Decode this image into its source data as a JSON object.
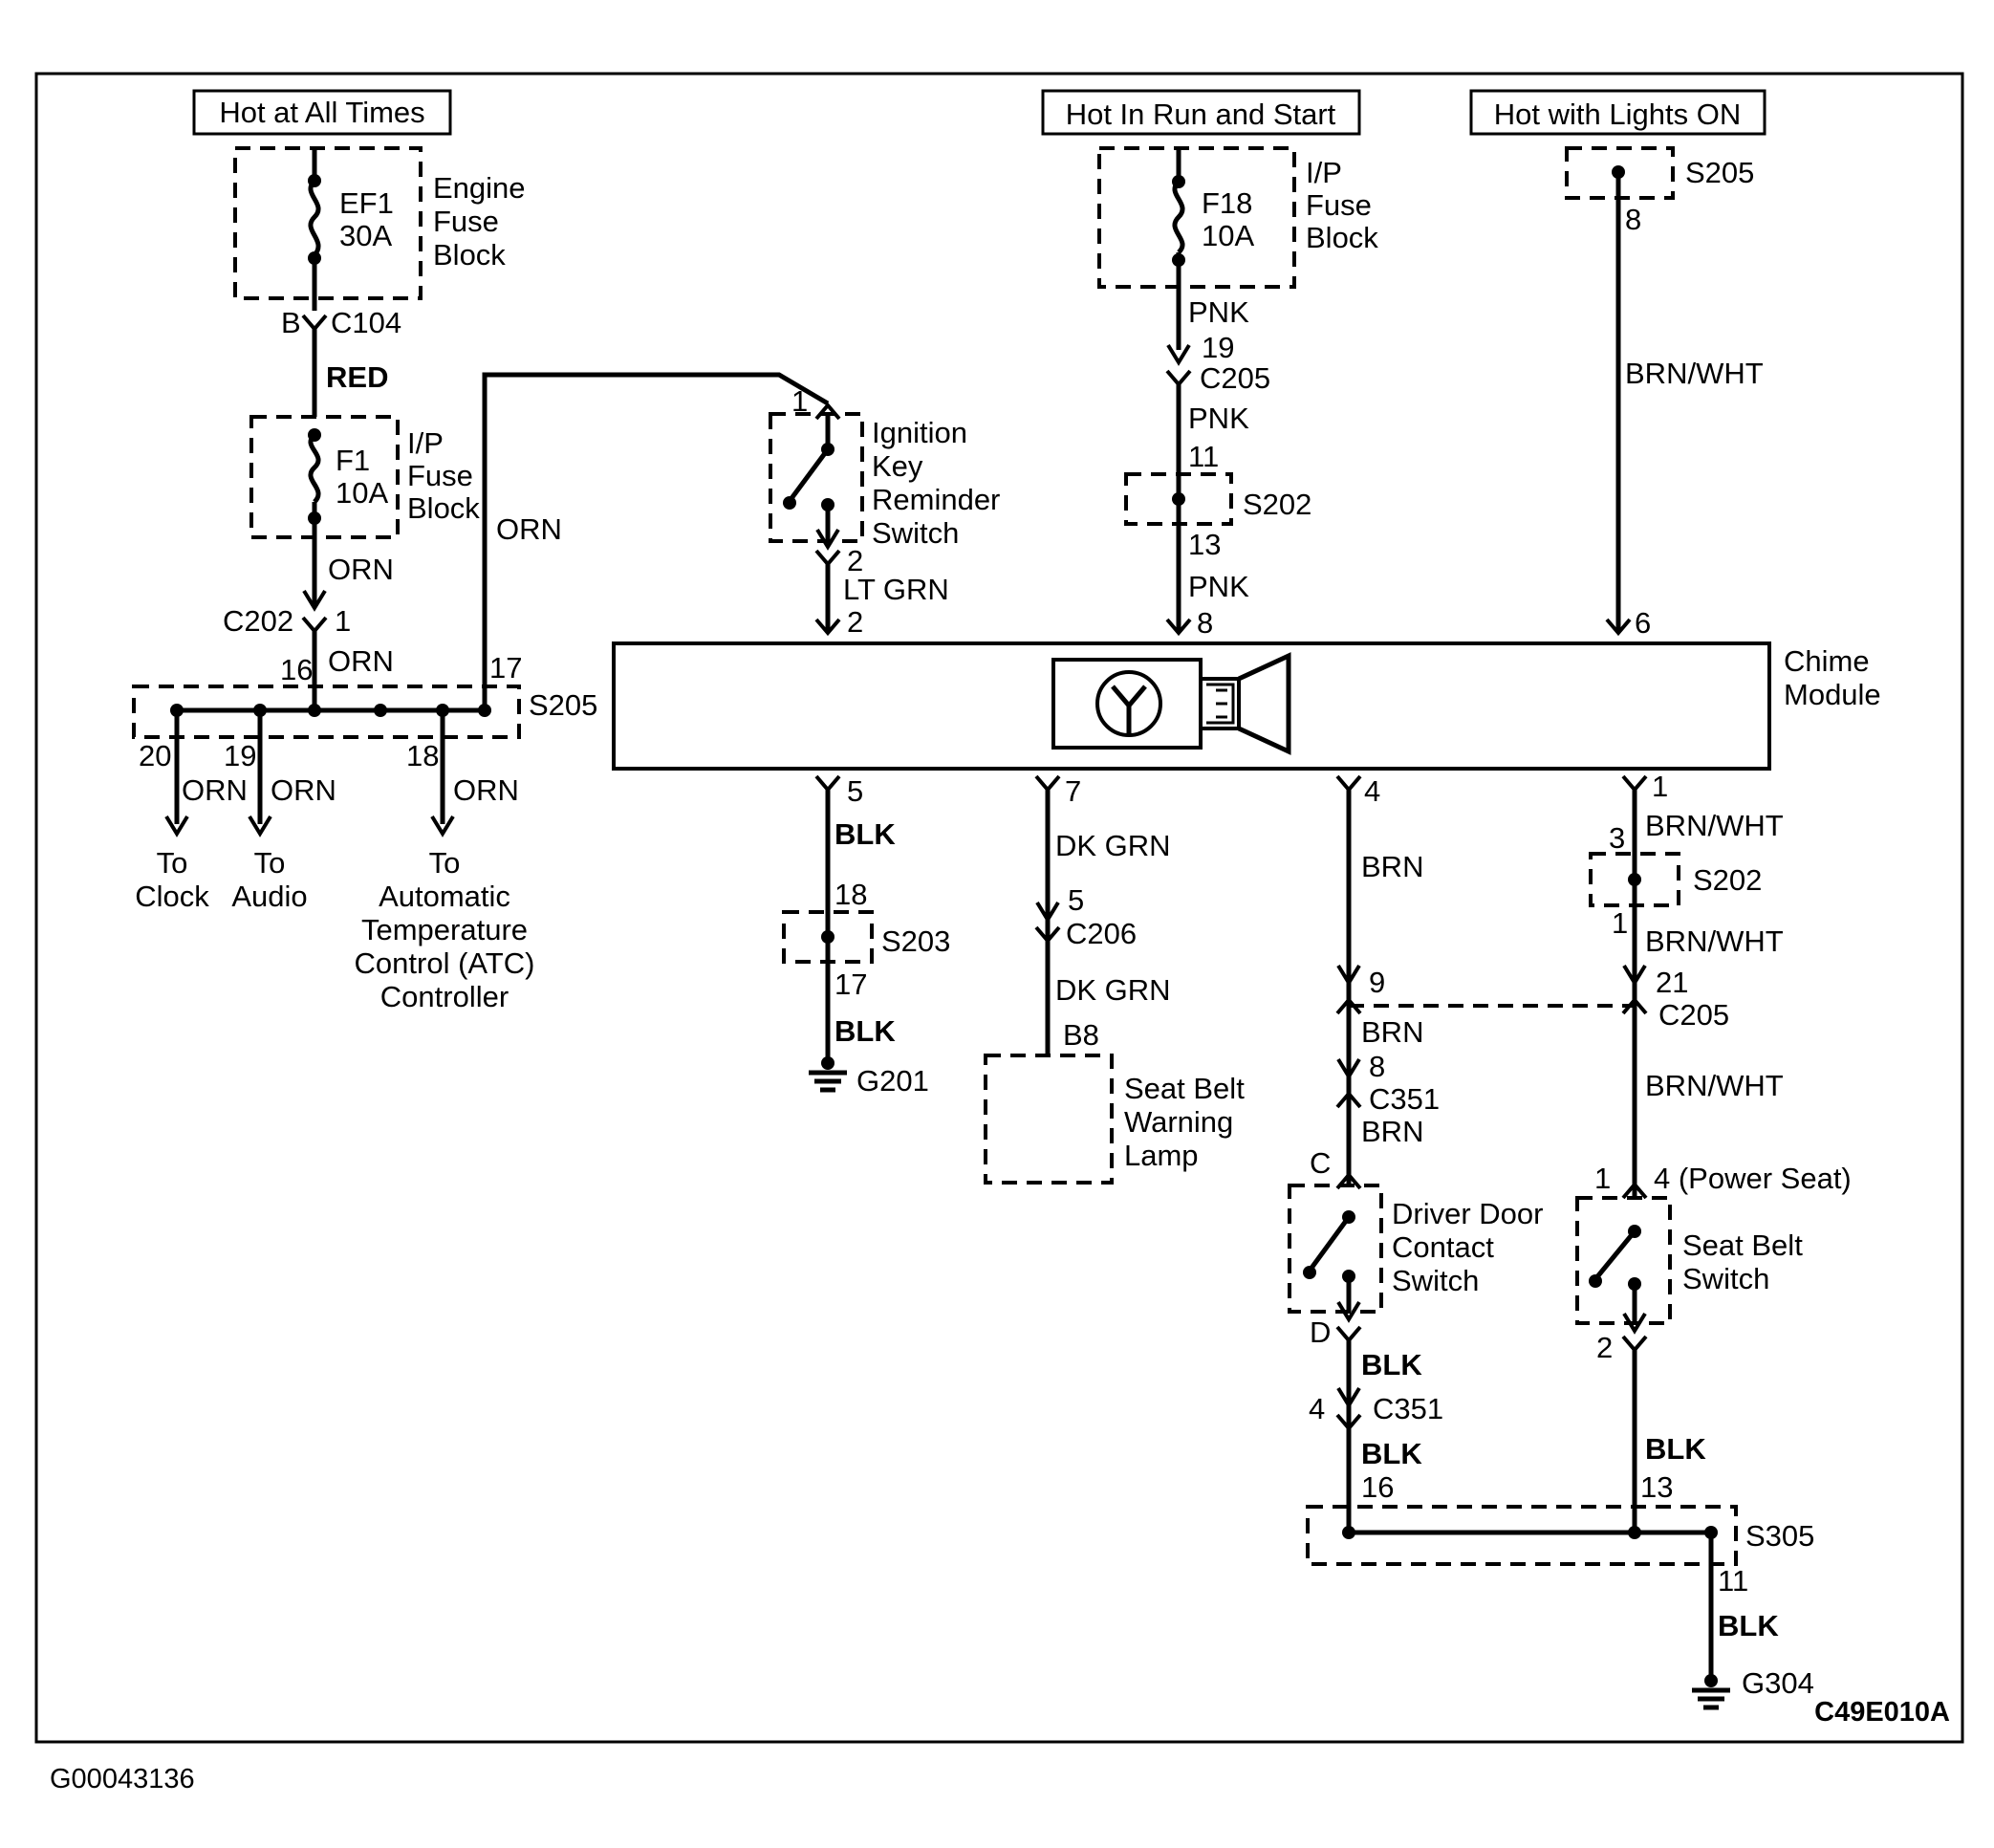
{
  "figure_code": "C49E010A",
  "footer_id": "G00043136",
  "power": {
    "hot_all_times": "Hot at All Times",
    "hot_run_start": "Hot In Run and Start",
    "hot_lights_on": "Hot with Lights ON"
  },
  "fuses": {
    "ef1_name": "EF1",
    "ef1_rating": "30A",
    "engine_block_1": "Engine",
    "engine_block_2": "Fuse",
    "engine_block_3": "Block",
    "f1_name": "F1",
    "f1_rating": "10A",
    "f18_name": "F18",
    "f18_rating": "10A",
    "ip_block_1": "I/P",
    "ip_block_2": "Fuse",
    "ip_block_3": "Block"
  },
  "connectors": {
    "c104": "C104",
    "c104_pin": "B",
    "c202": "C202",
    "c202_pin": "1",
    "c205": "C205",
    "c206": "C206",
    "c351": "C351"
  },
  "splices": {
    "s205": "S205",
    "s202": "S202",
    "s203": "S203",
    "s305": "S305"
  },
  "grounds": {
    "g201": "G201",
    "g304": "G304"
  },
  "wires": {
    "red": "RED",
    "orn": "ORN",
    "pnk": "PNK",
    "brn_wht": "BRN/WHT",
    "lt_grn": "LT GRN",
    "blk": "BLK",
    "dk_grn": "DK GRN",
    "brn": "BRN"
  },
  "pins": {
    "p1": "1",
    "p2": "2",
    "p3": "3",
    "p4": "4",
    "p5": "5",
    "p6": "6",
    "p7": "7",
    "p8": "8",
    "p9": "9",
    "p11": "11",
    "p13": "13",
    "p16": "16",
    "p17": "17",
    "p18": "18",
    "p19": "19",
    "p20": "20",
    "p21": "21",
    "pB8": "B8",
    "pC": "C",
    "pD": "D",
    "p4_power_seat": "4 (Power Seat)"
  },
  "destinations": {
    "to": "To",
    "clock": "Clock",
    "audio": "Audio",
    "atc_1": "Automatic",
    "atc_2": "Temperature",
    "atc_3": "Control (ATC)",
    "atc_4": "Controller"
  },
  "components": {
    "ign_1": "Ignition",
    "ign_2": "Key",
    "ign_3": "Reminder",
    "ign_4": "Switch",
    "chime_1": "Chime",
    "chime_2": "Module",
    "lamp_1": "Seat Belt",
    "lamp_2": "Warning",
    "lamp_3": "Lamp",
    "door_1": "Driver Door",
    "door_2": "Contact",
    "door_3": "Switch",
    "belt_1": "Seat Belt",
    "belt_2": "Switch"
  },
  "icons": [
    "fuse-icon",
    "switch-icon",
    "ground-icon",
    "speaker-icon",
    "splice-dot-icon",
    "connector-chevron-icon"
  ]
}
